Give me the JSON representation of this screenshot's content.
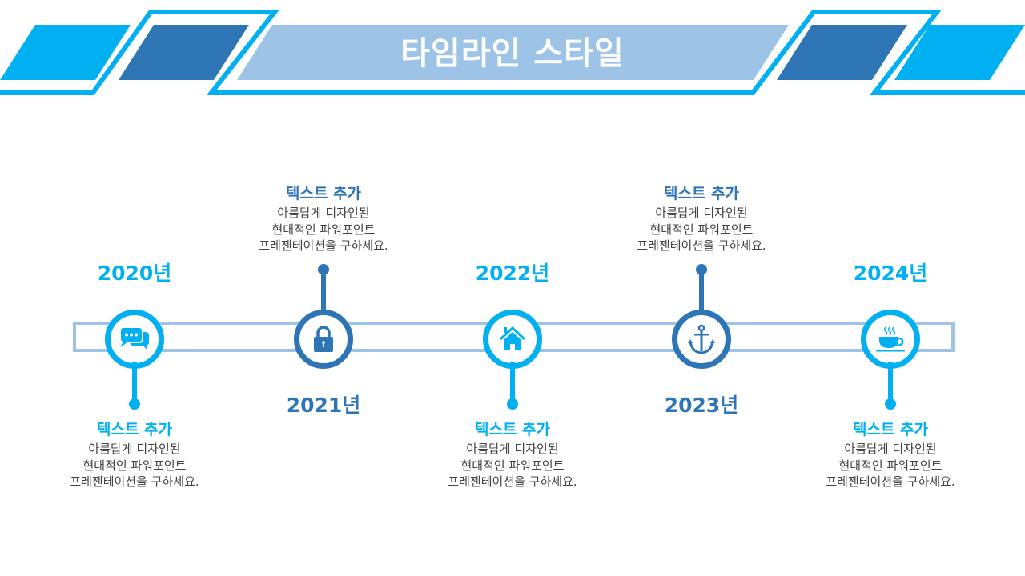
{
  "title": "타임라인 스타일",
  "colors": {
    "accent": "#00B0F0",
    "dark": "#2E75B6",
    "pale": "#9DC3E6"
  },
  "items": [
    {
      "year": "2020년",
      "icon": "chat-icon",
      "title": "텍스트 추가",
      "lines": [
        "아름답게 디자인된",
        "현대적인 파워포인트",
        "프레젠테이션을 구하세요."
      ]
    },
    {
      "year": "2021년",
      "icon": "lock-icon",
      "title": "텍스트 추가",
      "lines": [
        "아름답게 디자인된",
        "현대적인 파워포인트",
        "프레젠테이션을 구하세요."
      ]
    },
    {
      "year": "2022년",
      "icon": "home-icon",
      "title": "텍스트 추가",
      "lines": [
        "아름답게 디자인된",
        "현대적인 파워포인트",
        "프레젠테이션을 구하세요."
      ]
    },
    {
      "year": "2023년",
      "icon": "anchor-icon",
      "title": "텍스트 추가",
      "lines": [
        "아름답게 디자인된",
        "현대적인 파워포인트",
        "프레젠테이션을 구하세요."
      ]
    },
    {
      "year": "2024년",
      "icon": "coffee-icon",
      "title": "텍스트 추가",
      "lines": [
        "아름답게 디자인된",
        "현대적인 파워포인트",
        "프레젠테이션을 구하세요."
      ]
    }
  ]
}
